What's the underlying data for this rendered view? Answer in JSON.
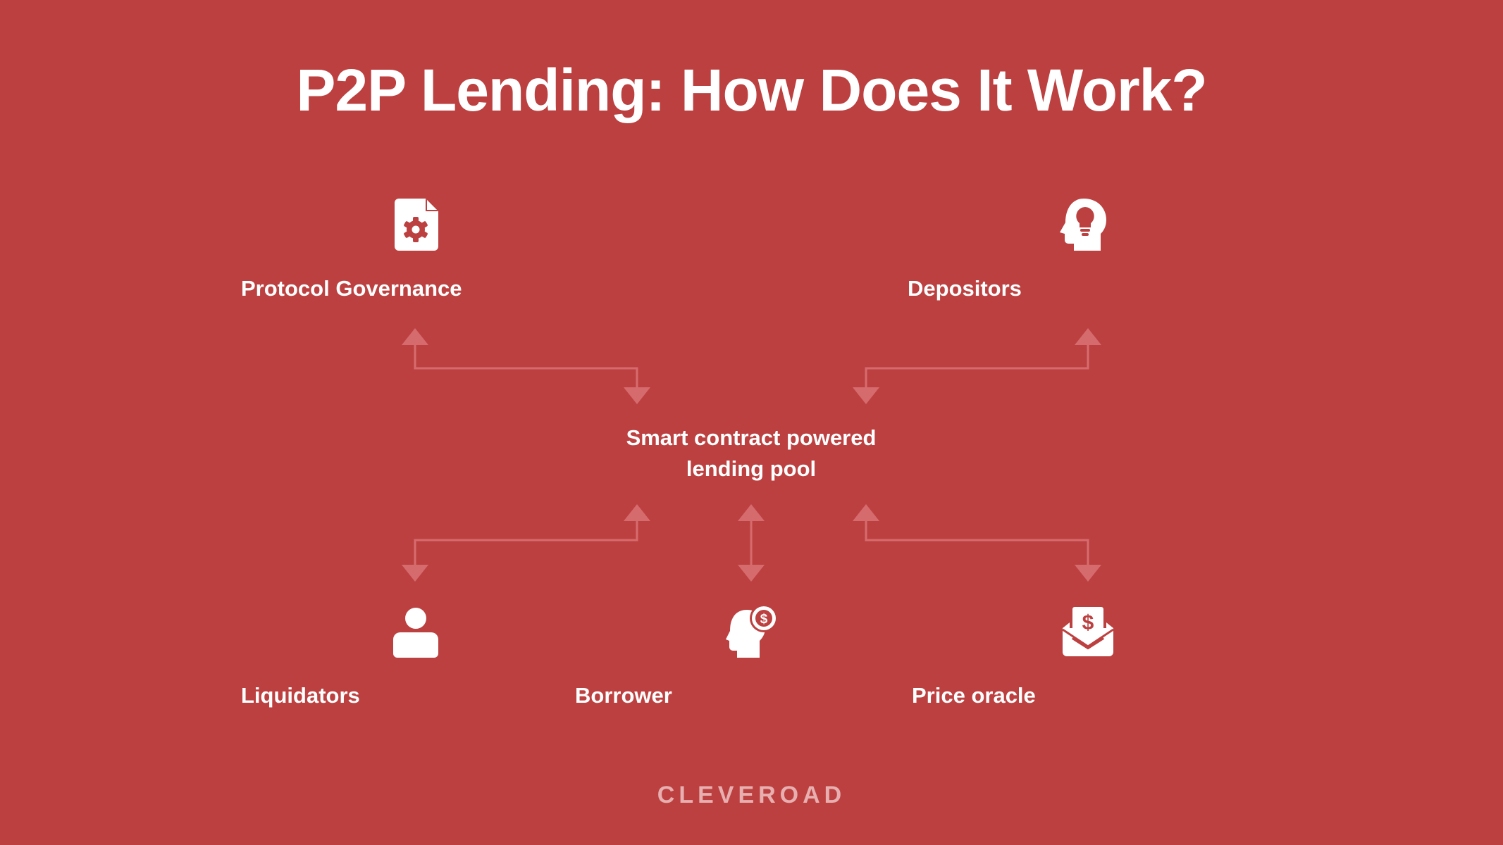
{
  "title": "P2P Lending: How Does It Work?",
  "center": {
    "line1": "Smart contract powered",
    "line2": "lending pool"
  },
  "nodes": {
    "protocol_governance": {
      "label": "Protocol Governance",
      "icon": "gear-document-icon"
    },
    "depositors": {
      "label": "Depositors",
      "icon": "head-lightbulb-icon"
    },
    "liquidators": {
      "label": "Liquidators",
      "icon": "person-icon"
    },
    "borrower": {
      "label": "Borrower",
      "icon": "head-dollar-icon"
    },
    "price_oracle": {
      "label": "Price oracle",
      "icon": "dollar-envelope-icon"
    }
  },
  "brand": "CLEVEROAD",
  "colors": {
    "background": "#BD4040",
    "text": "#FFFFFF",
    "connector": "#D66B6E",
    "brand": "#E7AFAF"
  }
}
